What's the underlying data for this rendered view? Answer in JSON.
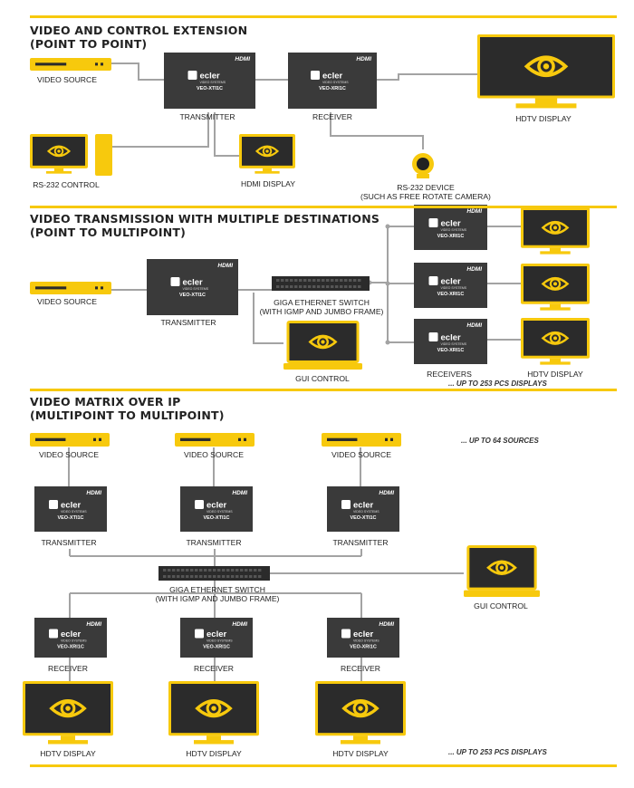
{
  "colors": {
    "accent": "#f7c90d",
    "device": "#3a3a3a",
    "device_dark": "#2b2b2b",
    "line": "#a3a3a3",
    "text": "#222222"
  },
  "device_text": {
    "brand": "ecler",
    "sub": "VIDEO SYSTEMS",
    "hdmi": "HDMI"
  },
  "icons": {
    "display": "eye-icon",
    "source": "video-source-box",
    "camera": "camera-icon"
  },
  "section1": {
    "title_line1": "VIDEO AND CONTROL EXTENSION",
    "title_line2": "(POINT TO POINT)",
    "video_source": "VIDEO SOURCE",
    "transmitter": "TRANSMITTER",
    "transmitter_model": "VEO-XTI1C",
    "receiver": "RECEIVER",
    "receiver_model": "VEO-XRI1C",
    "hdtv_display": "HDTV DISPLAY",
    "rs232_control": "RS-232 CONTROL",
    "hdmi_display": "HDMI DISPLAY",
    "rs232_device_line1": "RS-232 DEVICE",
    "rs232_device_line2": "(SUCH AS FREE ROTATE CAMERA)"
  },
  "section2": {
    "title_line1": "VIDEO TRANSMISSION WITH MULTIPLE DESTINATIONS",
    "title_line2": "(POINT TO MULTIPOINT)",
    "video_source": "VIDEO SOURCE",
    "transmitter": "TRANSMITTER",
    "transmitter_model": "VEO-XTI1C",
    "switch_line1": "GIGA ETHERNET SWITCH",
    "switch_line2": "(WITH IGMP AND JUMBO FRAME)",
    "gui_control": "GUI CONTROL",
    "receivers": "RECEIVERS",
    "receiver_model": "VEO-XRI1C",
    "hdtv_display": "HDTV DISPLAY",
    "note": "... UP TO 253 PCS DISPLAYS"
  },
  "section3": {
    "title_line1": "VIDEO MATRIX OVER IP",
    "title_line2": "(MULTIPOINT TO MULTIPOINT)",
    "video_source": "VIDEO SOURCE",
    "transmitter": "TRANSMITTER",
    "transmitter_model": "VEO-XTI1C",
    "sources_note": "... UP TO 64 SOURCES",
    "switch_line1": "GIGA ETHERNET SWITCH",
    "switch_line2": "(WITH IGMP AND JUMBO FRAME)",
    "gui_control": "GUI CONTROL",
    "receiver": "RECEIVER",
    "receiver_model": "VEO-XRI1C",
    "hdtv_display": "HDTV DISPLAY",
    "displays_note": "... UP TO 253 PCS DISPLAYS"
  }
}
